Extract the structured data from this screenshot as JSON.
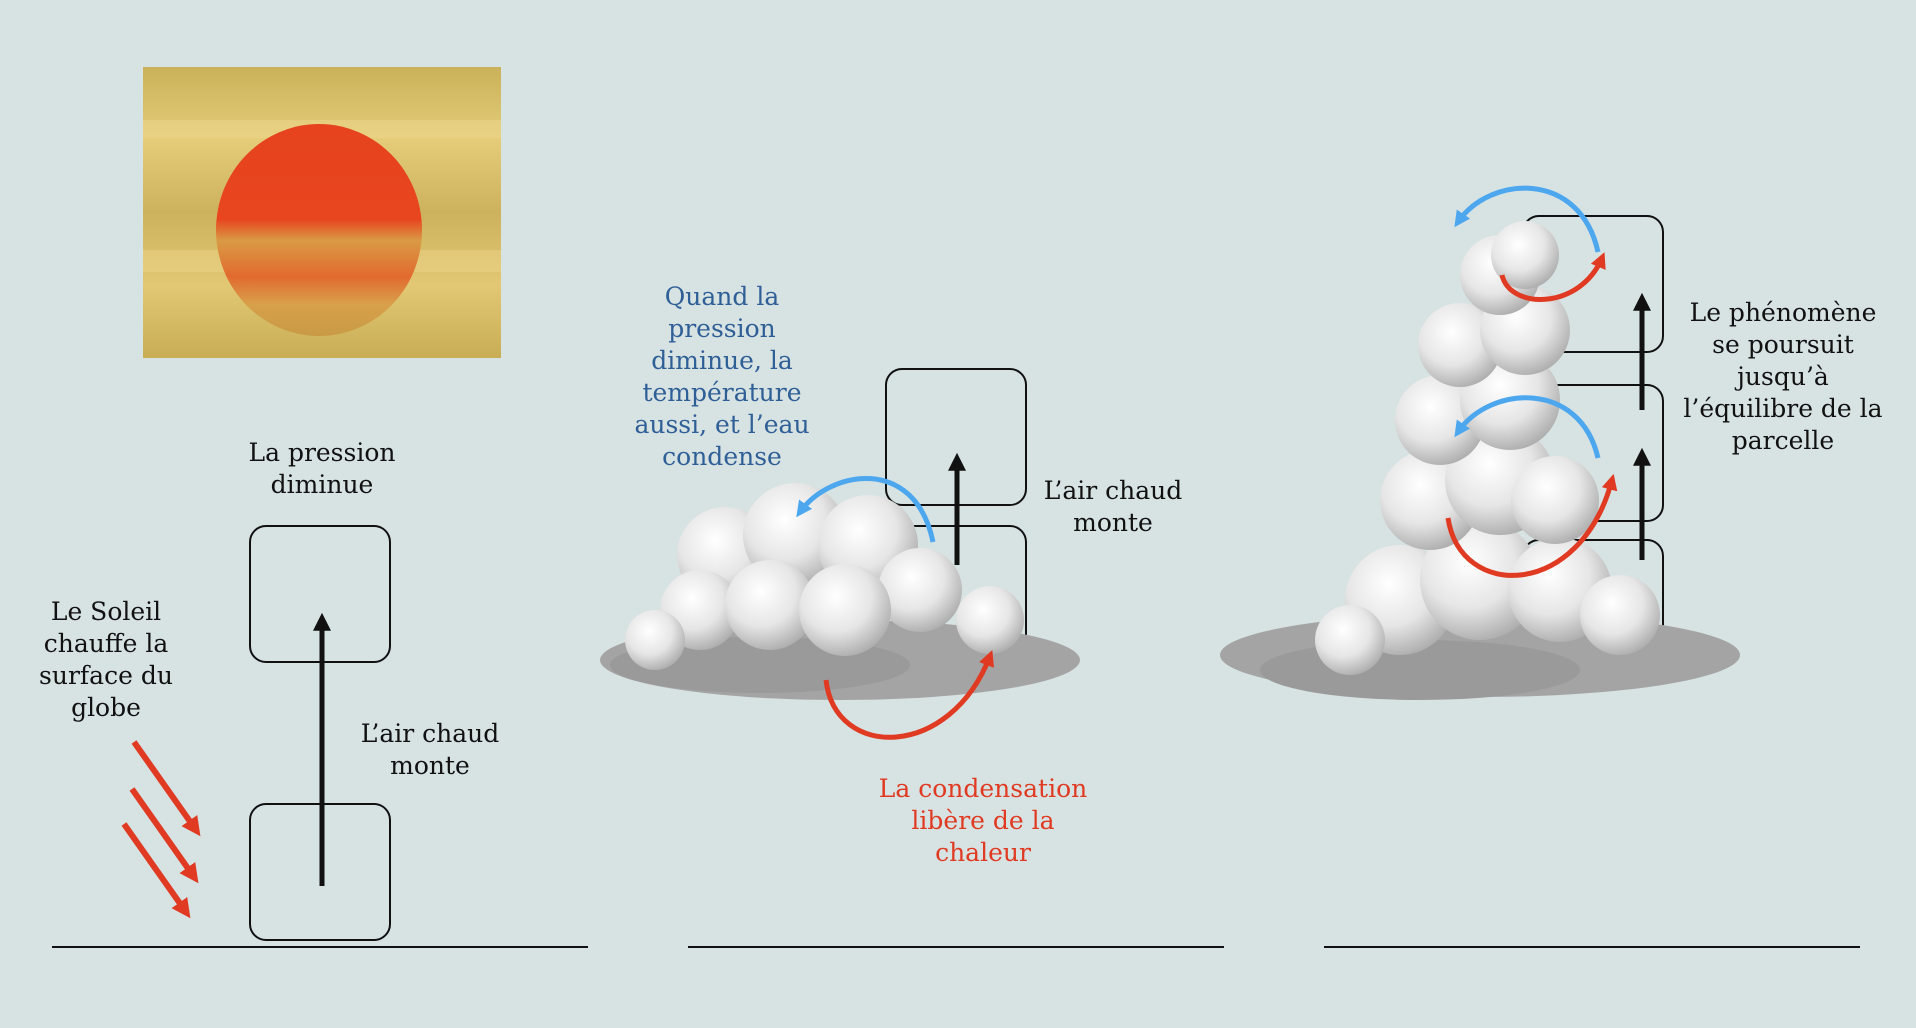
{
  "colors": {
    "background": "#d7e2e2",
    "red_arrow": "#e03a22",
    "blue_arrow": "#4ca7ef",
    "black": "#111111",
    "blue_text": "#2f5f97",
    "sun": "#e8431f",
    "sun_bg": "#d8bd5e"
  },
  "panel1": {
    "sun_label": "Le Soleil\nchauffe la\nsurface du\nglobe",
    "pressure_label": "La pression\ndiminue",
    "rise_label": "L’air chaud\nmonte"
  },
  "panel2": {
    "pressure_label": "Quand la\npression\ndiminue, la\ntempérature\naussi, et l’eau\ncondense",
    "rise_label": "L’air chaud\nmonte",
    "condensation_label": "La condensation\nlibère de la\nchaleur"
  },
  "panel3": {
    "continue_label": "Le phénomène\nse poursuit\njusqu’à\nl’équilibre de la\nparcelle"
  },
  "icons": [
    "sun-image",
    "cloud-image",
    "cumulonimbus-image",
    "red-heat-arrow",
    "blue-cooling-arrow",
    "black-rise-arrow"
  ]
}
